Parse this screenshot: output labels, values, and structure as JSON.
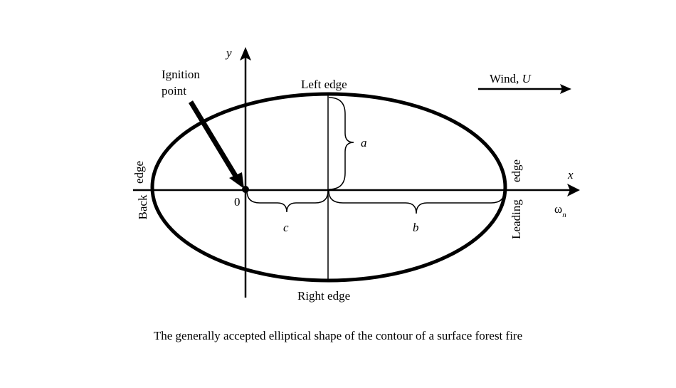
{
  "labels": {
    "y_axis": "y",
    "x_axis": "x",
    "ignition_line1": "Ignition",
    "ignition_line2": "point",
    "origin": "0",
    "left_edge": "Left edge",
    "right_edge": "Right edge",
    "back_line1": "Back",
    "back_line2": "edge",
    "leading_line1": "Leading",
    "leading_line2": "edge",
    "wind_prefix": "Wind, ",
    "wind_var": "U",
    "a": "a",
    "b": "b",
    "c": "c",
    "omega": "ω",
    "omega_sub": "n"
  },
  "caption": "The generally accepted elliptical shape of the contour of a surface forest fire",
  "colors": {
    "ink": "#000000",
    "background": "#ffffff"
  }
}
